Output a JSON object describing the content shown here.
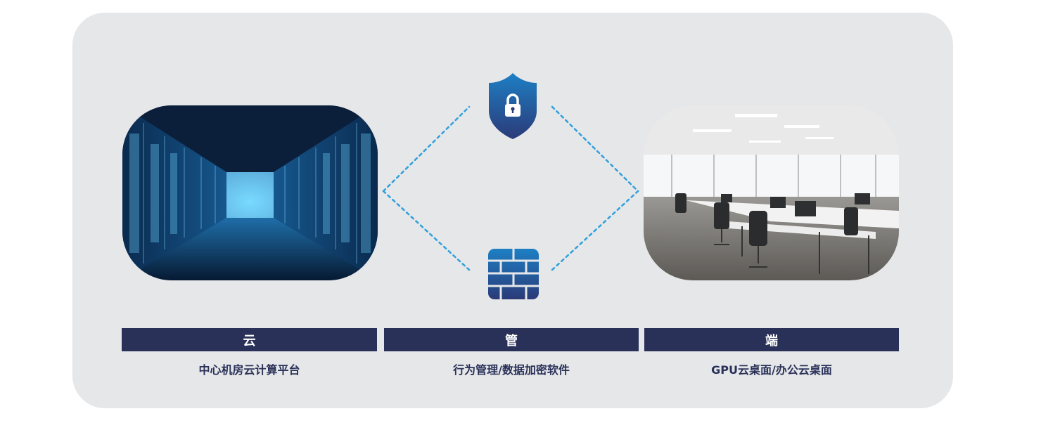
{
  "columns": [
    {
      "heading": "云",
      "description": "中心机房云计算平台",
      "image": "server-room-photo"
    },
    {
      "heading": "管",
      "description": "行为管理/数据加密软件",
      "image": "security-icons"
    },
    {
      "heading": "端",
      "description": "GPU云桌面/办公云桌面",
      "image": "office-photo"
    }
  ],
  "icons": [
    "shield-lock-icon",
    "firewall-icon"
  ],
  "colors": {
    "panel_bg": "#e6e7e9",
    "bar_bg": "#2a3158",
    "bar_text": "#ffffff",
    "desc_text": "#2a3158",
    "dotted_line": "#2fa0dc",
    "icon_gradient_top": "#1d7fc4",
    "icon_gradient_bottom": "#2b3a78"
  }
}
